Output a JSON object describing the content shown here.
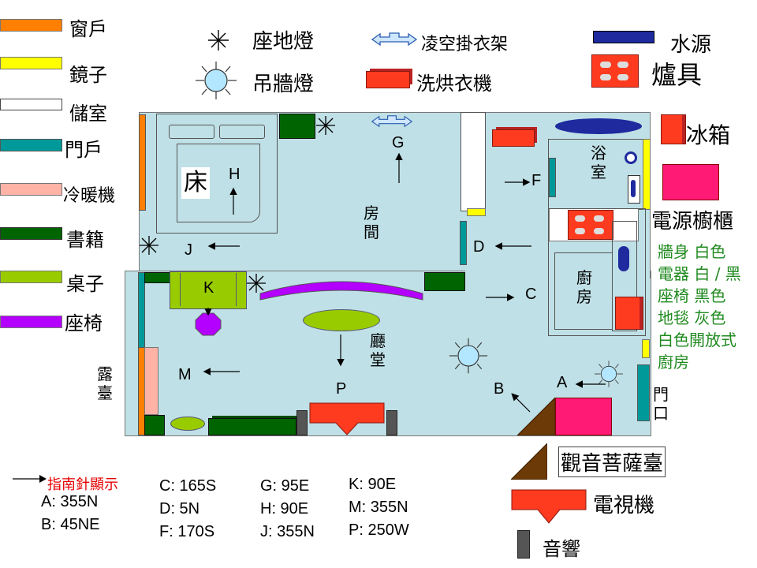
{
  "legend_left": [
    {
      "label": "窗戶",
      "color": "#ff7f00"
    },
    {
      "label": "鏡子",
      "color": "#ffff00"
    },
    {
      "label": "儲室",
      "color": "#ffffff"
    },
    {
      "label": "門戶",
      "color": "#009999"
    },
    {
      "label": "冷暖機",
      "color": "#ffb3a7"
    },
    {
      "label": "書籍",
      "color": "#006400"
    },
    {
      "label": "桌子",
      "color": "#99cc00"
    },
    {
      "label": "座椅",
      "color": "#b300ff"
    }
  ],
  "legend_top": {
    "floor_lamp": "座地燈",
    "wall_lamp": "吊牆燈",
    "hanger": "凌空掛衣架",
    "washer": "洗烘衣機",
    "water": "水源",
    "stove": "爐具",
    "fridge": "冰箱",
    "power_cabinet": "電源櫥櫃"
  },
  "legend_bottom_right": {
    "altar": "觀音菩薩臺",
    "tv": "電視機",
    "speaker": "音響"
  },
  "rooms": {
    "bed": "床",
    "bedroom": [
      "房",
      "間"
    ],
    "bath": [
      "浴",
      "室"
    ],
    "kitchen": [
      "廚",
      "房"
    ],
    "hall": [
      "廳",
      "堂"
    ],
    "balcony": [
      "露",
      "臺"
    ],
    "door": [
      "門",
      "口"
    ]
  },
  "markers": [
    "G",
    "H",
    "F",
    "J",
    "D",
    "K",
    "C",
    "M",
    "B",
    "A",
    "P"
  ],
  "compass": {
    "title": "指南針顯示",
    "col1": [
      "A: 355N",
      "B: 45NE"
    ],
    "col2": [
      "C: 165S",
      "D: 5N",
      "F: 170S"
    ],
    "col3": [
      "G: 95E",
      "H: 90E",
      "J: 355N"
    ],
    "col4": [
      "K: 90E",
      "M: 355N",
      "P: 250W"
    ]
  },
  "notes": [
    "牆身 白色",
    "電器 白 / 黑",
    "座椅 黑色",
    "地毯 灰色",
    "白色開放式",
    "廚房"
  ],
  "colors": {
    "floor": "#bfe0e6",
    "window": "#ff7f00",
    "mirror": "#ffff00",
    "door": "#009999",
    "aircon": "#ffb3a7",
    "books": "#006400",
    "table": "#99cc00",
    "chair": "#b300ff",
    "red": "#ff3b1f",
    "water": "#1e2a9e",
    "pink": "#ff1a75",
    "altar": "#6b3a06",
    "lamp_fill": "#b3e6ff",
    "note_green": "#1f8a1f",
    "compass_red": "#e60000"
  }
}
